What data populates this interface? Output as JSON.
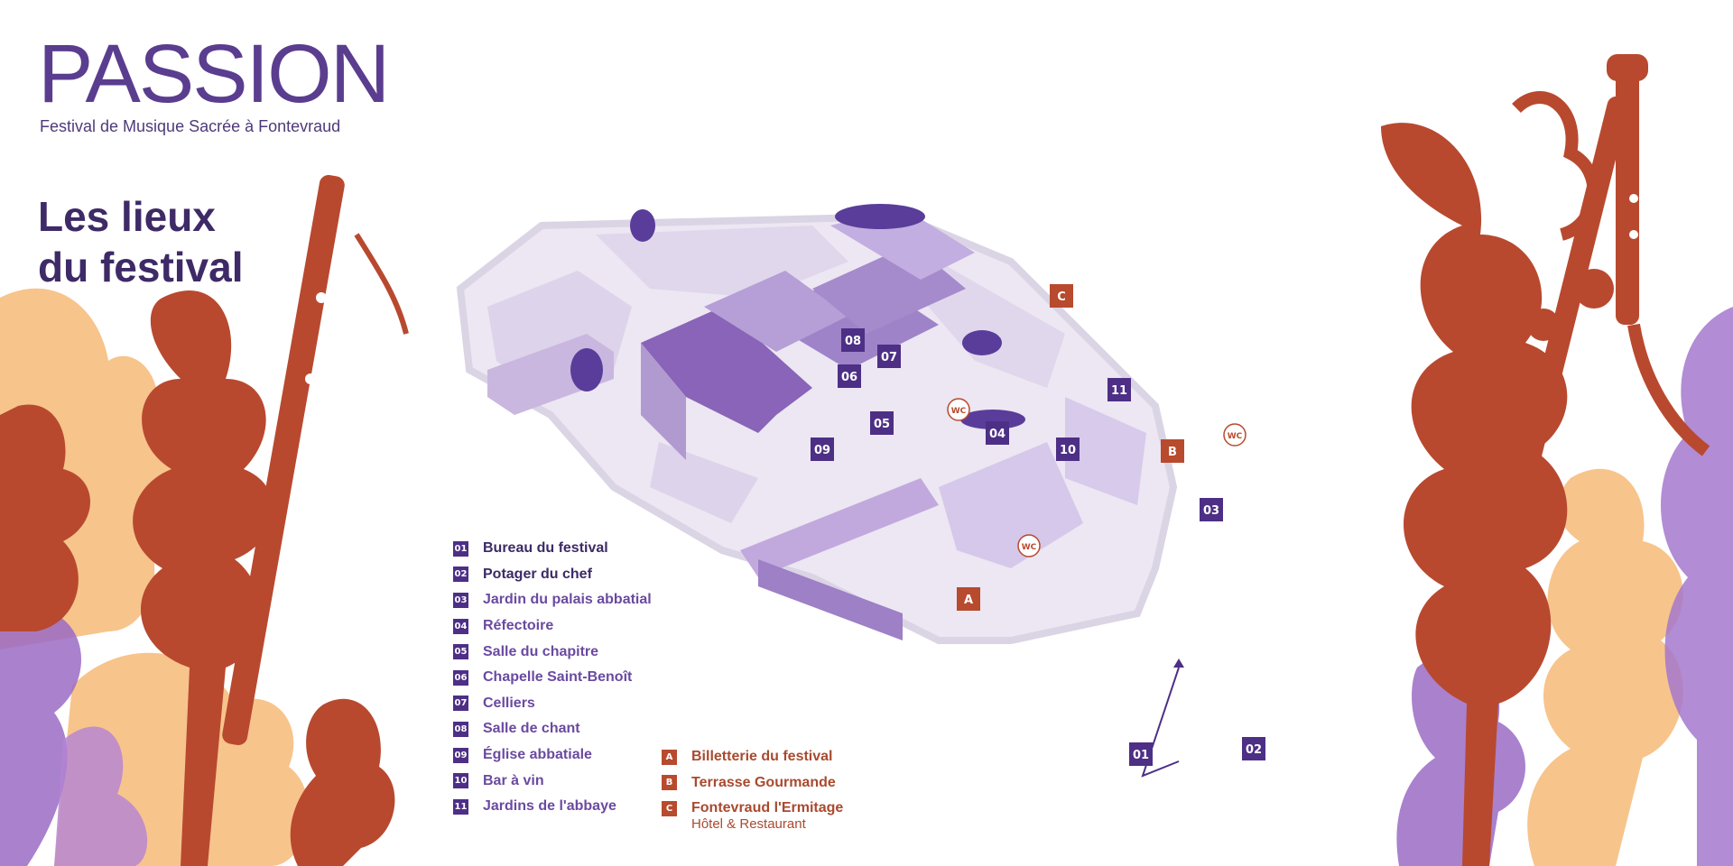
{
  "header": {
    "logo": "PASSION",
    "subtitle": "Festival de Musique Sacrée à Fontevraud",
    "heading_line1": "Les lieux",
    "heading_line2": "du festival"
  },
  "colors": {
    "purple_dark": "#4d2f86",
    "purple_text": "#3d2a66",
    "rust": "#b84a2e",
    "peach": "#f7c48c",
    "lavender": "#c6b3e0"
  },
  "legend_venues": [
    {
      "code": "01",
      "label": "Bureau du festival"
    },
    {
      "code": "02",
      "label": "Potager du chef"
    },
    {
      "code": "03",
      "label": "Jardin du palais abbatial"
    },
    {
      "code": "04",
      "label": "Réfectoire"
    },
    {
      "code": "05",
      "label": "Salle du chapitre"
    },
    {
      "code": "06",
      "label": "Chapelle Saint-Benoît"
    },
    {
      "code": "07",
      "label": "Celliers"
    },
    {
      "code": "08",
      "label": "Salle de chant"
    },
    {
      "code": "09",
      "label": "Église abbatiale"
    },
    {
      "code": "10",
      "label": "Bar à vin"
    },
    {
      "code": "11",
      "label": "Jardins de l'abbaye"
    }
  ],
  "legend_services": [
    {
      "code": "A",
      "label": "Billetterie du festival",
      "sub": ""
    },
    {
      "code": "B",
      "label": "Terrasse Gourmande",
      "sub": ""
    },
    {
      "code": "C",
      "label": "Fontevraud l'Ermitage",
      "sub": "Hôtel & Restaurant"
    }
  ],
  "map_markers": {
    "m01": "01",
    "m02": "02",
    "m03": "03",
    "m04": "04",
    "m05": "05",
    "m06": "06",
    "m07": "07",
    "m08": "08",
    "m09": "09",
    "m10": "10",
    "m11": "11",
    "mA": "A",
    "mB": "B",
    "mC": "C",
    "wc": "WC"
  }
}
